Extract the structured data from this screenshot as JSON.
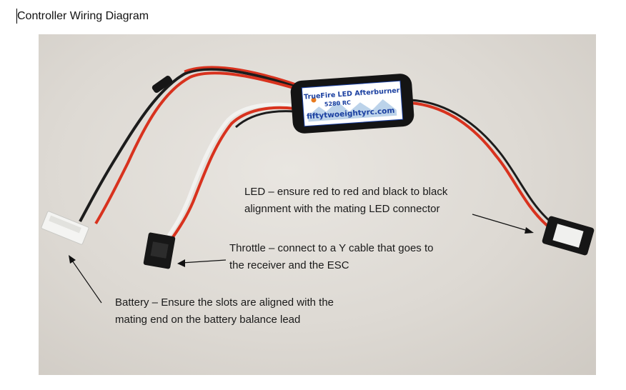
{
  "document": {
    "title": "Controller Wiring Diagram"
  },
  "photo": {
    "controller_label": {
      "line1": "TrueFire LED Afterburner",
      "line2": "5280 RC",
      "line3": "fiftytwoeightyrc.com"
    }
  },
  "annotations": {
    "led": {
      "line1": "LED – ensure red to red and black to black",
      "line2": "alignment with the mating LED connector"
    },
    "throttle": {
      "line1": "Throttle – connect to a Y cable that goes to",
      "line2": "the receiver and the ESC"
    },
    "battery": {
      "line1": "Battery – Ensure the slots are aligned with the",
      "line2": "mating end on the battery balance lead"
    }
  },
  "colors": {
    "wire_red": "#d8321e",
    "wire_black": "#1c1c1c",
    "wire_white": "#f2f2f0",
    "heatshrink": "#161616",
    "label_blue": "#1a3fa0"
  }
}
